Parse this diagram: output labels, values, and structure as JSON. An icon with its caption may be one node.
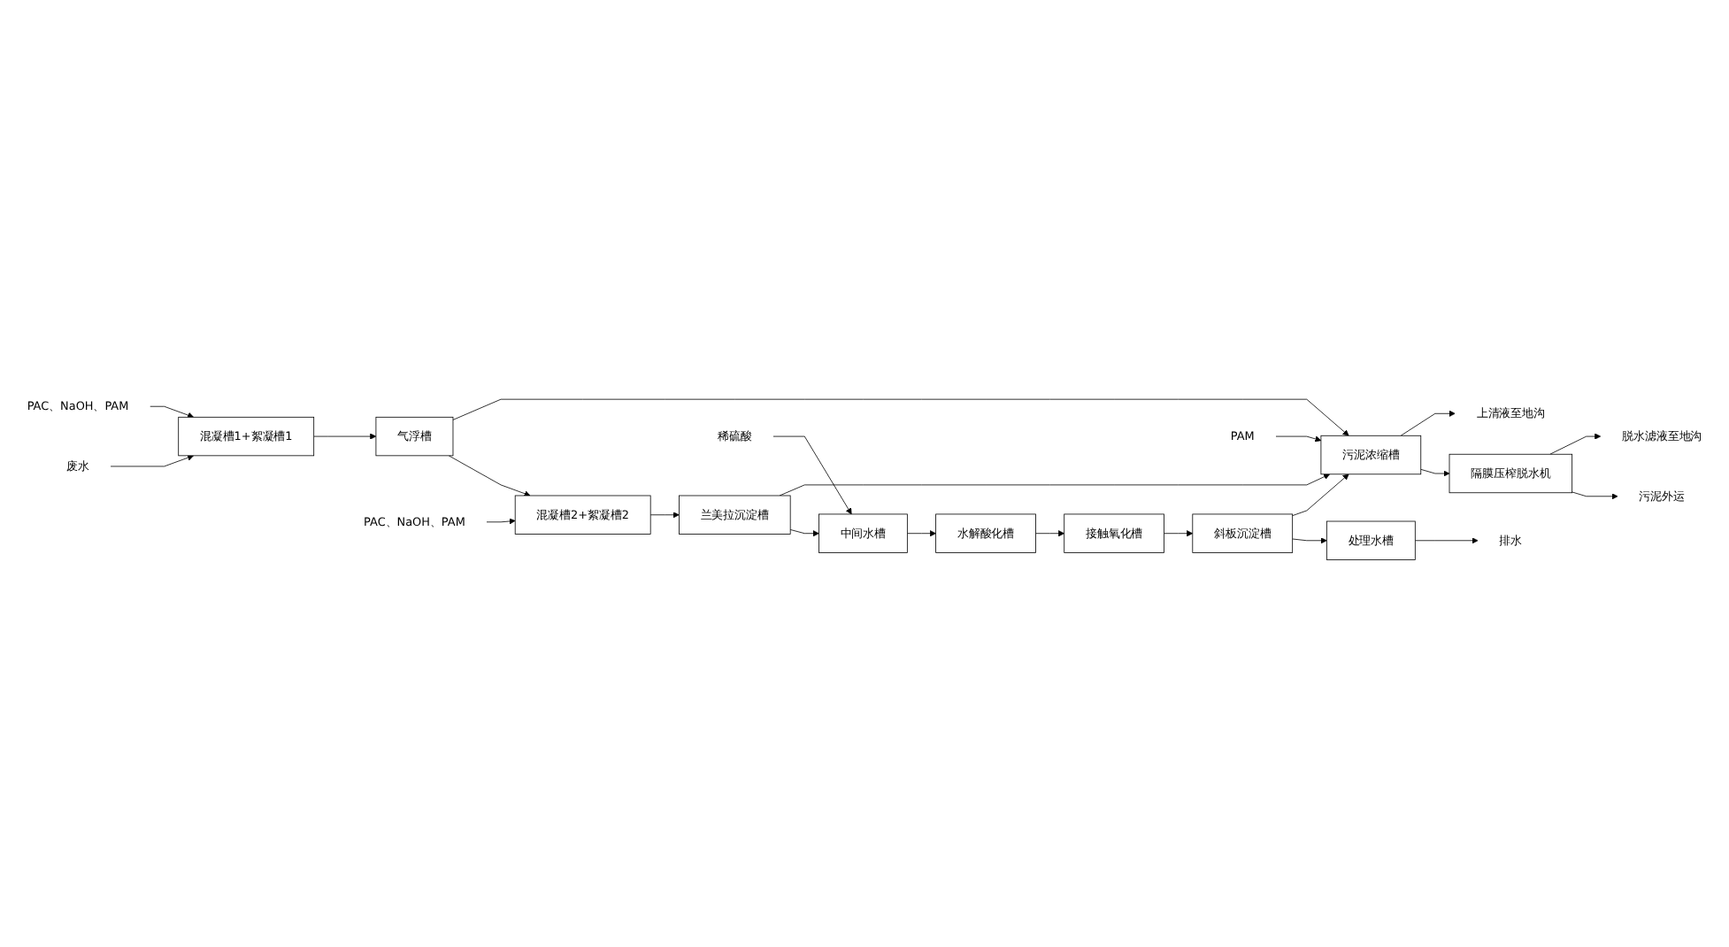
{
  "diagram": {
    "nodes": [
      {
        "text": [
          "废水"
        ]
      },
      {
        "text": [
          "PAC、NaOH、PAM"
        ]
      },
      {
        "text": [
          "混凝槽1+絮凝槽1"
        ]
      },
      {
        "text": [
          "气浮槽"
        ]
      },
      {
        "text": [
          "PAC、NaOH、PAM"
        ]
      },
      {
        "text": [
          "混凝槽2+絮凝槽2"
        ]
      },
      {
        "text": [
          "兰美拉沉淀槽"
        ]
      },
      {
        "text": [
          "稀硫酸"
        ]
      },
      {
        "text": [
          "中间水槽"
        ]
      },
      {
        "text": [
          "水解酸化槽"
        ]
      },
      {
        "text": [
          "接触氧化槽"
        ]
      },
      {
        "text": [
          "斜板沉淀槽"
        ]
      },
      {
        "text": [
          "处理水槽"
        ]
      },
      {
        "text": [
          "排水"
        ]
      },
      {
        "text": [
          "PAM"
        ]
      },
      {
        "text": [
          "污泥浓缩槽"
        ]
      },
      {
        "text": [
          "隔膜压榨脱水机"
        ]
      },
      {
        "text": [
          "污泥外运"
        ]
      },
      {
        "text": [
          "上清液至地沟"
        ]
      },
      {
        "text": [
          "脱水滤液至地沟"
        ]
      }
    ],
    "edges": [
      {
        "from": 0,
        "to": 2,
        "arrow": "to"
      },
      {
        "from": 1,
        "to": 2,
        "arrow": "to"
      },
      {
        "from": 2,
        "to": 3,
        "arrow": "to"
      },
      {
        "from": 3,
        "to": 5,
        "arrow": "to"
      },
      {
        "from": 4,
        "to": 5,
        "arrow": "to"
      },
      {
        "from": 5,
        "to": 6,
        "arrow": "to"
      },
      {
        "from": 6,
        "to": 8,
        "arrow": "to"
      },
      {
        "from": 7,
        "to": 8,
        "arrow": "to"
      },
      {
        "from": 8,
        "to": 9,
        "arrow": "to"
      },
      {
        "from": 9,
        "to": 10,
        "arrow": "to"
      },
      {
        "from": 10,
        "to": 11,
        "arrow": "to"
      },
      {
        "from": 11,
        "to": 12,
        "arrow": "to"
      },
      {
        "from": 12,
        "to": 13,
        "arrow": "to"
      },
      {
        "from": 11,
        "to": 15,
        "arrow": "to"
      },
      {
        "from": 14,
        "to": 15,
        "arrow": "to"
      },
      {
        "from": 3,
        "to": 15,
        "arrow": "to"
      },
      {
        "from": 6,
        "to": 15,
        "arrow": "to"
      },
      {
        "from": 15,
        "to": 16,
        "arrow": "to"
      },
      {
        "from": 16,
        "to": 17,
        "arrow": "to"
      },
      {
        "from": 15,
        "to": 18,
        "arrow": "to"
      },
      {
        "from": 16,
        "to": 19,
        "arrow": "to"
      }
    ]
  }
}
